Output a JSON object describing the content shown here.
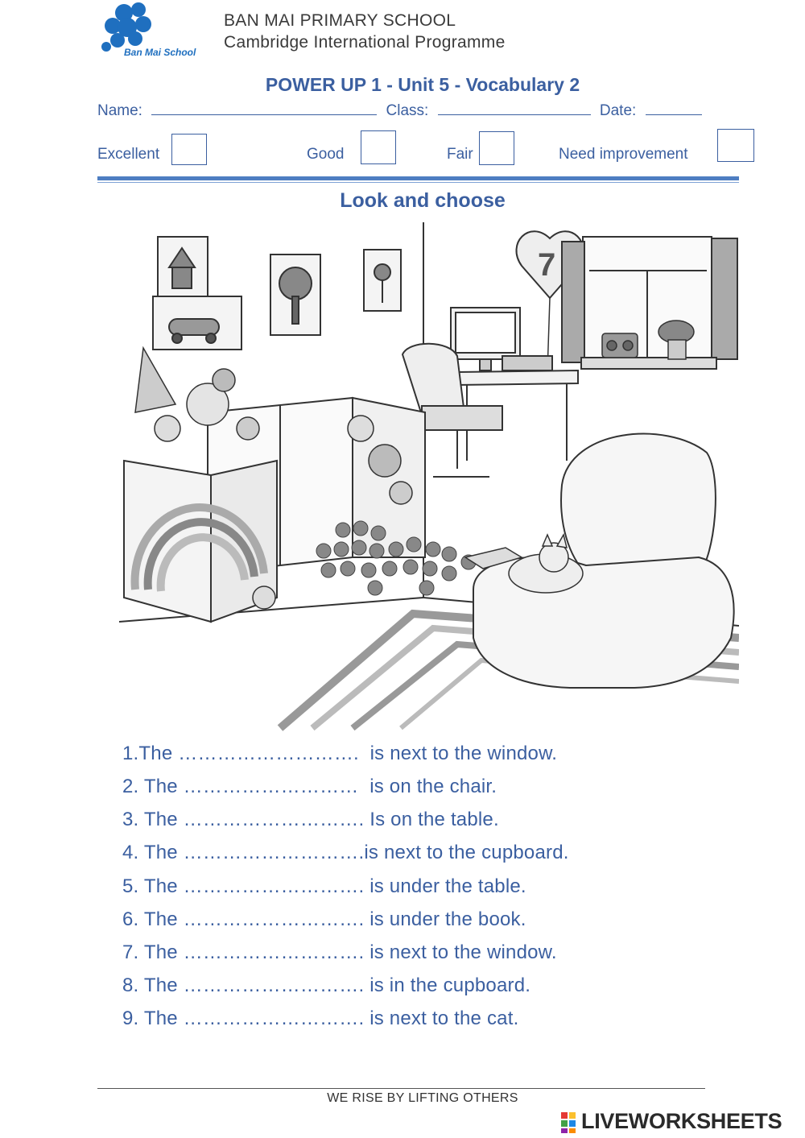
{
  "header": {
    "logo_text": "Ban Mai School",
    "school_name": "BAN MAI PRIMARY SCHOOL",
    "programme": "Cambridge International Programme"
  },
  "title": "POWER UP 1 - Unit 5 - Vocabulary 2",
  "info": {
    "name_label": "Name:",
    "class_label": "Class:",
    "date_label": "Date:"
  },
  "rating": {
    "excellent": "Excellent",
    "good": "Good",
    "fair": "Fair",
    "need_improvement": "Need improvement"
  },
  "instruction": "Look and choose",
  "illustration": {
    "balloon_number": "7"
  },
  "sentences": [
    "1.The ……………………….  is next to the window.",
    "2. The ………………………  is on the chair.",
    "3. The ………………………. Is on the table.",
    "4. The ……………………….is next to the cupboard.",
    "5. The ………………………. is under the table.",
    "6. The ………………………. is under the book.",
    "7. The ………………………. is next to the window.",
    "8. The ………………………. is in the cupboard.",
    "9. The ………………………. is next to the cat."
  ],
  "footer": {
    "motto": "WE RISE BY LIFTING OTHERS",
    "brand": "LIVEWORKSHEETS"
  },
  "colors": {
    "accent": "#3b5fa0",
    "rule": "#4e7ec2",
    "logo_blue": "#1f6fbf"
  }
}
